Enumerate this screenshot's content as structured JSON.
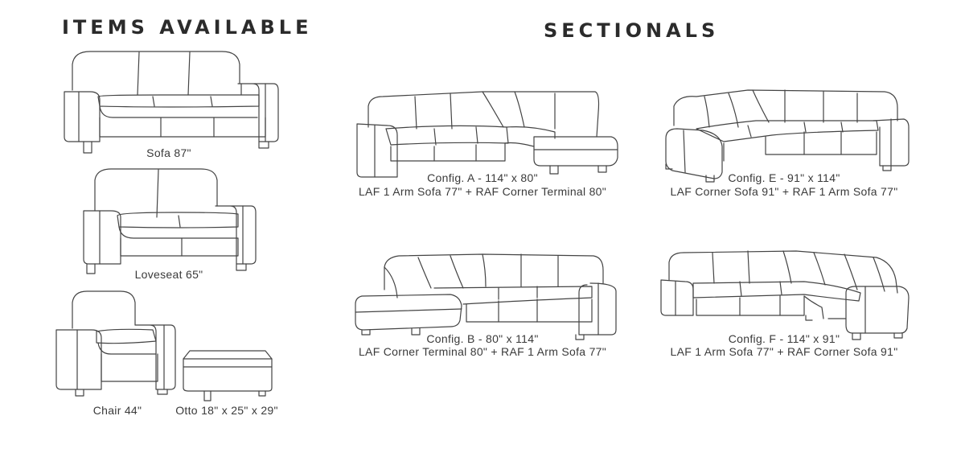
{
  "headings": {
    "items": "ITEMS AVAILABLE",
    "sectionals": "SECTIONALS"
  },
  "items": [
    {
      "label": "Sofa 87\""
    },
    {
      "label": "Loveseat 65\""
    },
    {
      "label": "Chair 44\""
    },
    {
      "label": "Otto 18\" x 25\" x 29\""
    }
  ],
  "sectionals": [
    {
      "config": "Config. A - 114\" x 80\"",
      "desc": "LAF 1 Arm Sofa 77\" + RAF Corner Terminal 80\""
    },
    {
      "config": "Config. E - 91\" x 114\"",
      "desc": "LAF Corner Sofa 91\" + RAF 1 Arm Sofa 77\""
    },
    {
      "config": "Config. B - 80\" x 114\"",
      "desc": "LAF Corner Terminal 80\" + RAF 1 Arm Sofa 77\""
    },
    {
      "config": "Config. F - 114\" x 91\"",
      "desc": "LAF 1 Arm Sofa 77\" + RAF Corner Sofa 91\""
    }
  ]
}
